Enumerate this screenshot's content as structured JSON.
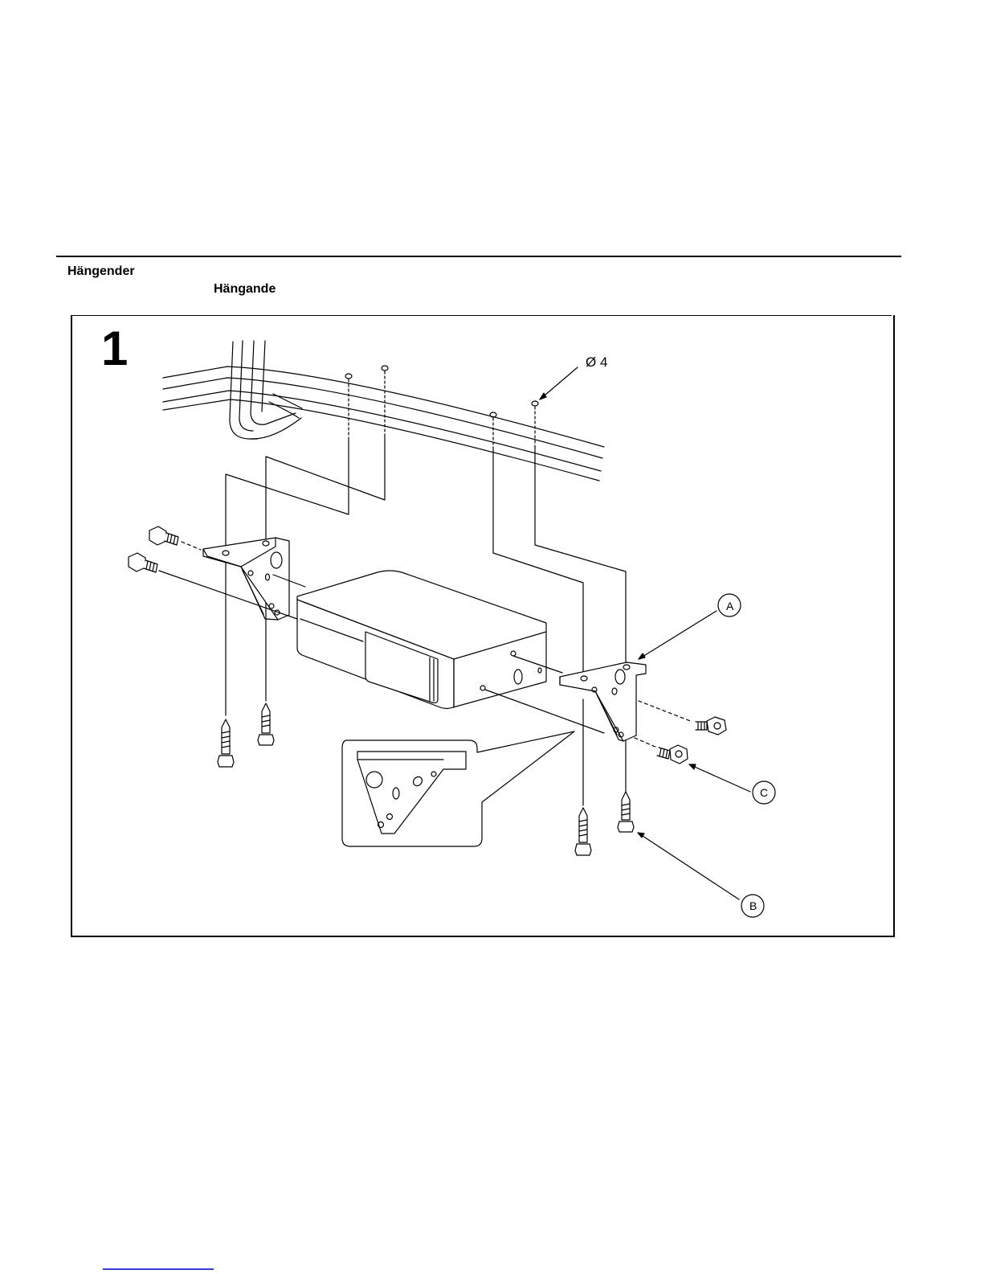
{
  "headings": {
    "line1": "Hängender",
    "line2": "Hängande"
  },
  "figure": {
    "step_number": "1",
    "hole_diameter": "Ø 4",
    "callouts": {
      "a": "A",
      "b": "B",
      "c": "C"
    }
  }
}
